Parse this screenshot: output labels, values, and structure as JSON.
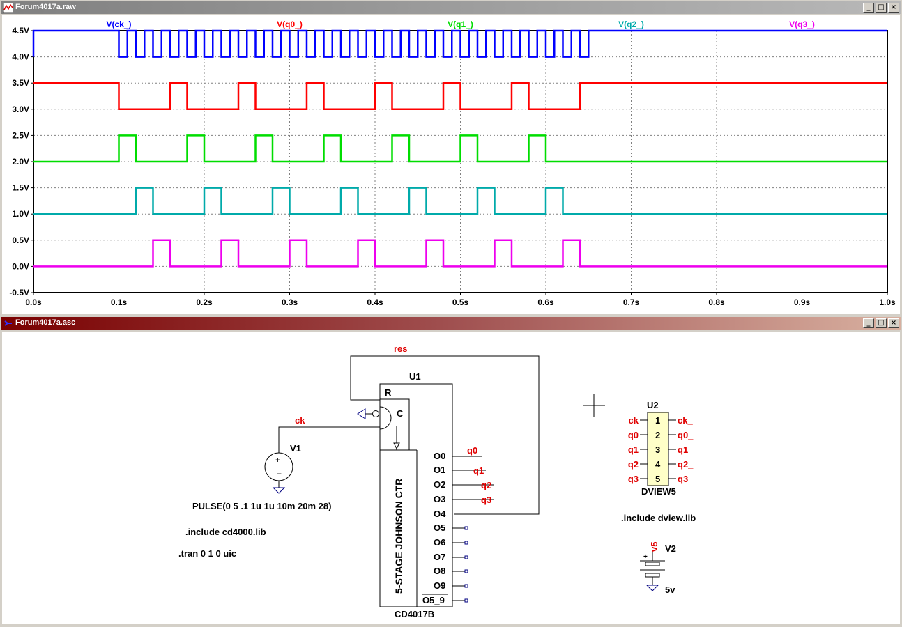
{
  "waveform_window": {
    "title": "Forum4017a.raw",
    "colors": {
      "ck": "#0000ff",
      "q0": "#ff0000",
      "q1": "#00dd00",
      "q2": "#00aaaa",
      "q3": "#ee00ee",
      "axis": "#000000",
      "grid": "#808080"
    },
    "chart_data": {
      "type": "line",
      "xlabel": "",
      "ylabel": "",
      "xlim": [
        0,
        1.0
      ],
      "ylim": [
        -0.5,
        4.5
      ],
      "grid": true,
      "x_ticks": [
        "0.0s",
        "0.1s",
        "0.2s",
        "0.3s",
        "0.4s",
        "0.5s",
        "0.6s",
        "0.7s",
        "0.8s",
        "0.9s",
        "1.0s"
      ],
      "y_ticks": [
        "4.5V",
        "4.0V",
        "3.5V",
        "3.0V",
        "2.5V",
        "2.0V",
        "1.5V",
        "1.0V",
        "0.5V",
        "0.0V",
        "-0.5V"
      ],
      "series": [
        {
          "name": "V(ck_)",
          "key": "ck",
          "low": 4.0,
          "high": 4.5,
          "initial": "low",
          "edges": [
            0.0,
            0.1,
            0.11,
            0.12,
            0.13,
            0.14,
            0.15,
            0.16,
            0.17,
            0.18,
            0.19,
            0.2,
            0.21,
            0.22,
            0.23,
            0.24,
            0.25,
            0.26,
            0.27,
            0.28,
            0.29,
            0.3,
            0.31,
            0.32,
            0.33,
            0.34,
            0.35,
            0.36,
            0.37,
            0.38,
            0.39,
            0.4,
            0.41,
            0.42,
            0.43,
            0.44,
            0.45,
            0.46,
            0.47,
            0.48,
            0.49,
            0.5,
            0.51,
            0.52,
            0.53,
            0.54,
            0.55,
            0.56,
            0.57,
            0.58,
            0.59,
            0.6,
            0.61,
            0.62,
            0.63,
            0.64,
            0.65
          ]
        },
        {
          "name": "V(q0_)",
          "key": "q0",
          "low": 3.0,
          "high": 3.5,
          "initial": "high",
          "edges": [
            0.1,
            0.16,
            0.18,
            0.24,
            0.26,
            0.32,
            0.34,
            0.4,
            0.42,
            0.48,
            0.5,
            0.56,
            0.58,
            0.64
          ]
        },
        {
          "name": "V(q1_)",
          "key": "q1",
          "low": 2.0,
          "high": 2.5,
          "initial": "low",
          "edges": [
            0.1,
            0.12,
            0.18,
            0.2,
            0.26,
            0.28,
            0.34,
            0.36,
            0.42,
            0.44,
            0.5,
            0.52,
            0.58,
            0.6
          ]
        },
        {
          "name": "V(q2_)",
          "key": "q2",
          "low": 1.0,
          "high": 1.5,
          "initial": "low",
          "edges": [
            0.12,
            0.14,
            0.2,
            0.22,
            0.28,
            0.3,
            0.36,
            0.38,
            0.44,
            0.46,
            0.52,
            0.54,
            0.6,
            0.62
          ]
        },
        {
          "name": "V(q3_)",
          "key": "q3",
          "low": 0.0,
          "high": 0.5,
          "initial": "low",
          "edges": [
            0.14,
            0.16,
            0.22,
            0.24,
            0.3,
            0.32,
            0.38,
            0.4,
            0.46,
            0.48,
            0.54,
            0.56,
            0.62,
            0.64
          ]
        }
      ]
    }
  },
  "schematic_window": {
    "title": "Forum4017a.asc",
    "labels": {
      "res": "res",
      "ck": "ck",
      "q0": "q0",
      "q1": "q1",
      "q2": "q2",
      "q3": "q3"
    },
    "u1": {
      "ref": "U1",
      "part": "CD4017B",
      "body_text": "5-STAGE JOHNSON CTR",
      "pin_r": "R",
      "pin_c": "C",
      "outputs": [
        "O0",
        "O1",
        "O2",
        "O3",
        "O4",
        "O5",
        "O6",
        "O7",
        "O8",
        "O9",
        "O5_9"
      ]
    },
    "v1": {
      "ref": "V1",
      "value": "PULSE(0 5 .1 1u 1u 10m 20m 28)"
    },
    "directives": [
      ".include cd4000.lib",
      ".tran 0 1 0 uic",
      ".include dview.lib"
    ],
    "u2": {
      "ref": "U2",
      "part": "DVIEW5",
      "pins": [
        "1",
        "2",
        "3",
        "4",
        "5"
      ],
      "inputs": [
        "ck",
        "q0",
        "q1",
        "q2",
        "q3"
      ],
      "outputs": [
        "ck_",
        "q0_",
        "q1_",
        "q2_",
        "q3_"
      ]
    },
    "v2": {
      "ref": "V2",
      "value": "5v",
      "node": "v5",
      "plus": "+"
    }
  }
}
